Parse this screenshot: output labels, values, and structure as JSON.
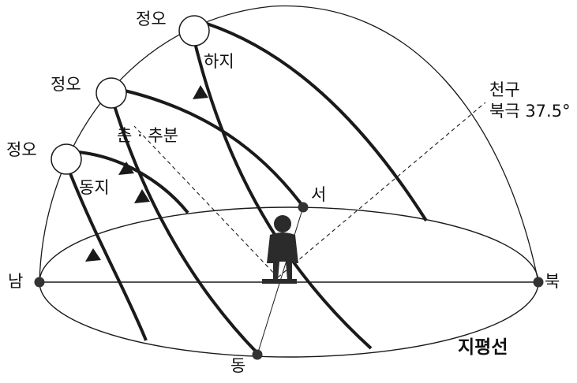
{
  "labels": {
    "noon_summer": "정오",
    "noon_equinox": "정오",
    "noon_winter": "정오",
    "summer_solstice": "하지",
    "equinox": "춘 · 추분",
    "winter_solstice": "동지",
    "celestial_pole_line1": "천구",
    "celestial_pole_line2": "북극 37.5°",
    "west": "서",
    "south": "남",
    "north": "북",
    "east": "동",
    "horizon": "지평선"
  },
  "colors": {
    "line": "#1a1a1a",
    "sun_fill": "#ffffff",
    "point": "#333333",
    "figure": "#2b2b2b"
  }
}
